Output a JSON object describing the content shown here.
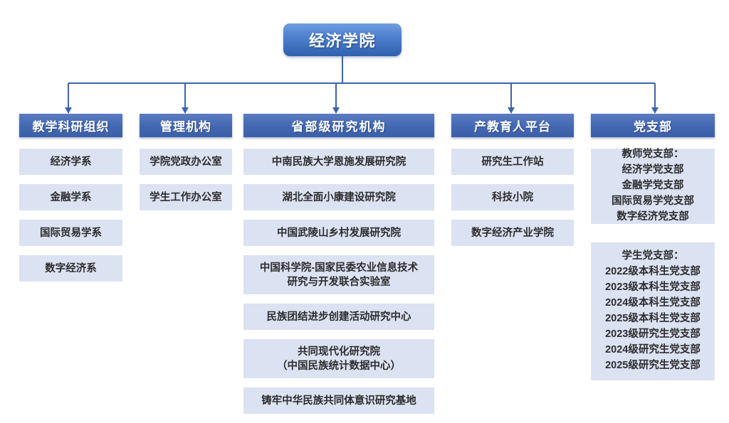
{
  "colors": {
    "root_top": "#6f9ee0",
    "root_bottom": "#2f60ae",
    "header_fill": "#4367b2",
    "node_fill": "#dbe2f2",
    "connector": "#3c64ad",
    "text": "#2c2c2c",
    "header_text": "#ffffff",
    "background": "#ffffff"
  },
  "root": {
    "label": "经济学院"
  },
  "columns": [
    {
      "id": "teaching-research",
      "header": "教学科研组织",
      "items": [
        {
          "label": "经济学系"
        },
        {
          "label": "金融学系"
        },
        {
          "label": "国际贸易学系"
        },
        {
          "label": "数字经济系"
        }
      ]
    },
    {
      "id": "administration",
      "header": "管理机构",
      "items": [
        {
          "label": "学院党政办公室"
        },
        {
          "label": "学生工作办公室"
        }
      ]
    },
    {
      "id": "provincial-ministerial-research",
      "header": "省部级研究机构",
      "items": [
        {
          "label": "中南民族大学恩施发展研究院"
        },
        {
          "label": "湖北全面小康建设研究院"
        },
        {
          "label": "中国武陵山乡村发展研究院"
        },
        {
          "label": "中国科学院-国家民委农业信息技术\n研究与开发联合实验室",
          "lines": 2
        },
        {
          "label": "民族团结进步创建活动研究中心"
        },
        {
          "label": "共同现代化研究院\n（中国民族统计数据中心）",
          "lines": 2
        },
        {
          "label": "铸牢中华民族共同体意识研究基地"
        }
      ]
    },
    {
      "id": "industry-education-platform",
      "header": "产教育人平台",
      "items": [
        {
          "label": "研究生工作站"
        },
        {
          "label": "科技小院"
        },
        {
          "label": "数字经济产业学院"
        }
      ]
    },
    {
      "id": "party-branches",
      "header": "党支部",
      "groups": [
        {
          "id": "teacher-branches",
          "title": "教师党支部：",
          "members": [
            "经济学党支部",
            "金融学党支部",
            "国际贸易学党支部",
            "数字经济党支部"
          ]
        },
        {
          "id": "student-branches",
          "title": "学生党支部：",
          "members": [
            "2022级本科生党支部",
            "2023级本科生党支部",
            "2024级本科生党支部",
            "2025级本科生党支部",
            "2023级研究生党支部",
            "2024级研究生党支部",
            "2025级研究生党支部"
          ]
        }
      ]
    }
  ]
}
